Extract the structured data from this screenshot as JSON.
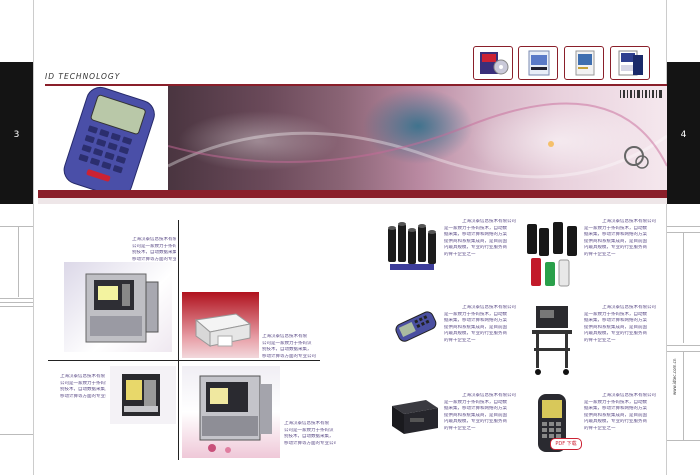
{
  "left_page_number": "3",
  "right_page_number": "4",
  "brand_label": "ID TECHNOLOGY",
  "side_vertical_text": "www.idtec.com.cn",
  "caption_text": {
    "l1": "上海汉泰信息技术有限",
    "l2": "公司是一家致力于条码识",
    "l3": "别技术，自动数据采集，",
    "l4": "移动计算等方面的专业公司"
  },
  "right_caption": {
    "l1": "上海汉泰信息技术有限公司",
    "l2": "是一家致力于条码技术，自动数",
    "l3": "据采集，移动计算和网络的方案",
    "l4": "提供商和系统集成商，是目前国",
    "l5": "内最具规模，专业的行业服务商",
    "l6": "的骨干企业之一"
  },
  "pdf_badge": "PDF 下载",
  "colors": {
    "brand_red": "#8a1f2a",
    "side_black": "#141414",
    "caption_purple": "#5a4a86"
  }
}
